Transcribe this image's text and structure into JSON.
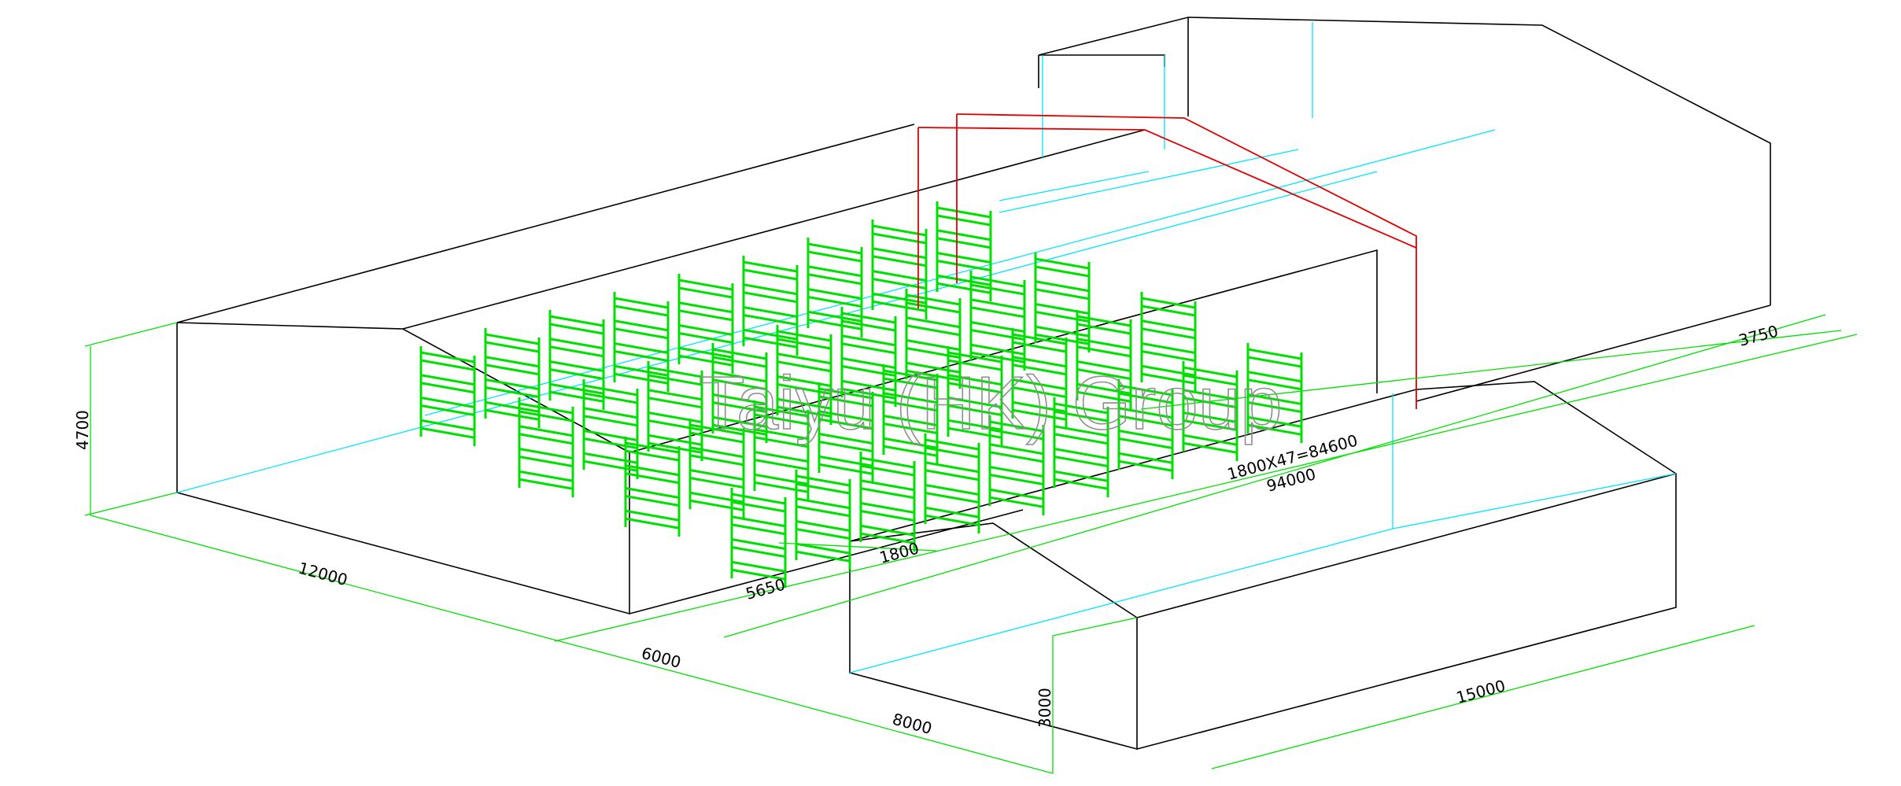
{
  "colors": {
    "outline": "#000000",
    "dimension": "#00e000",
    "cage": "#00e000",
    "rail": "#00e5ff",
    "pipe": "#e00000",
    "watermark": "#8e8e8e"
  },
  "dimensions": {
    "main_height": "4700",
    "main_width": "12000",
    "entry_gap": "6000",
    "annex_length": "8000",
    "annex_height": "3000",
    "annex_width": "15000",
    "end_offset": "5650",
    "cage_pitch": "1800",
    "cage_run": "1800X47=84600",
    "house_length": "94000",
    "rear_offset": "3750"
  },
  "watermark": "Taiyu (HK) Group",
  "layout_counts": {
    "cage_rows": 4,
    "cages_per_row": 9
  }
}
